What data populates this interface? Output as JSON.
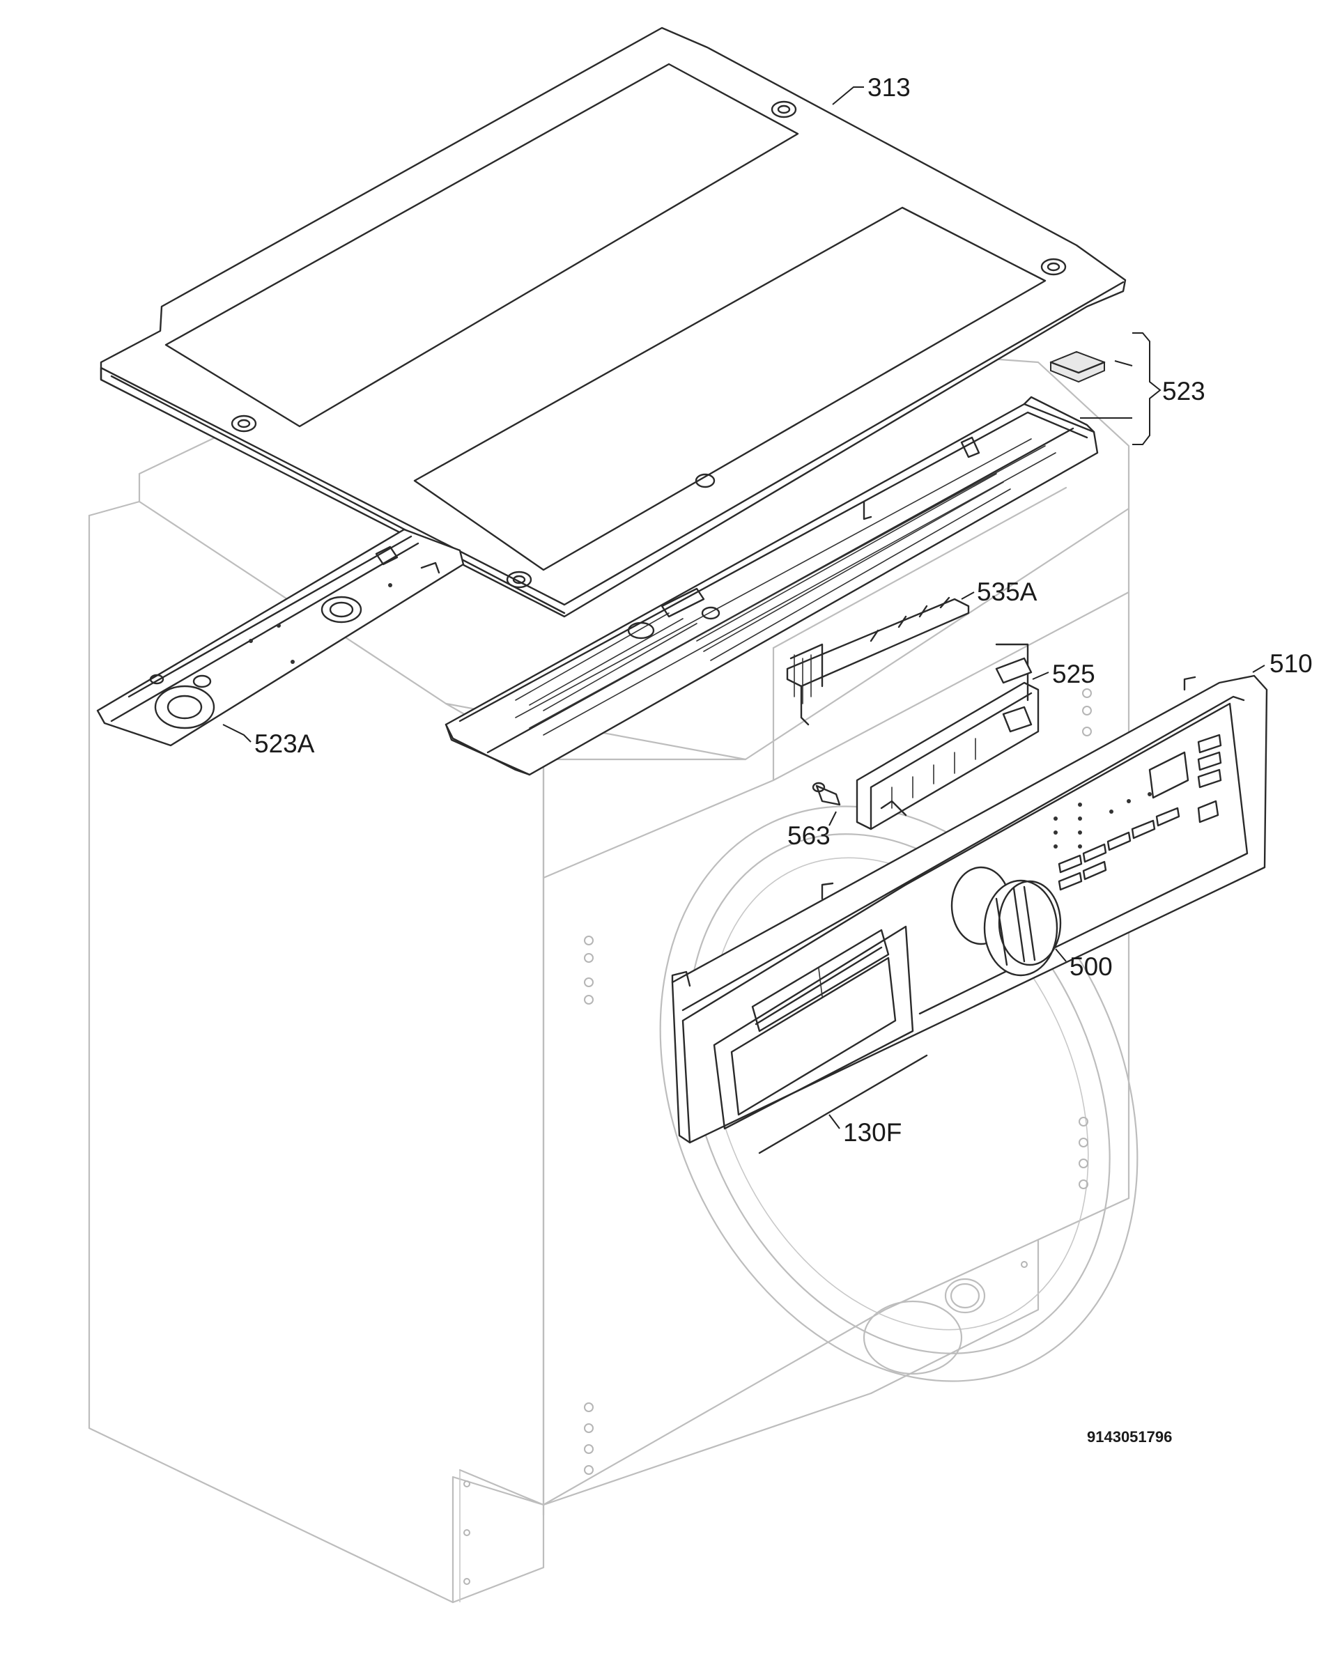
{
  "diagram": {
    "document_number": "9143051796",
    "part_labels": [
      {
        "id": "p313",
        "text": "313"
      },
      {
        "id": "p523",
        "text": "523"
      },
      {
        "id": "p535a",
        "text": "535A"
      },
      {
        "id": "p510",
        "text": "510"
      },
      {
        "id": "p525",
        "text": "525"
      },
      {
        "id": "p523a",
        "text": "523A"
      },
      {
        "id": "p563",
        "text": "563"
      },
      {
        "id": "p500",
        "text": "500"
      },
      {
        "id": "p130f",
        "text": "130F"
      }
    ]
  }
}
